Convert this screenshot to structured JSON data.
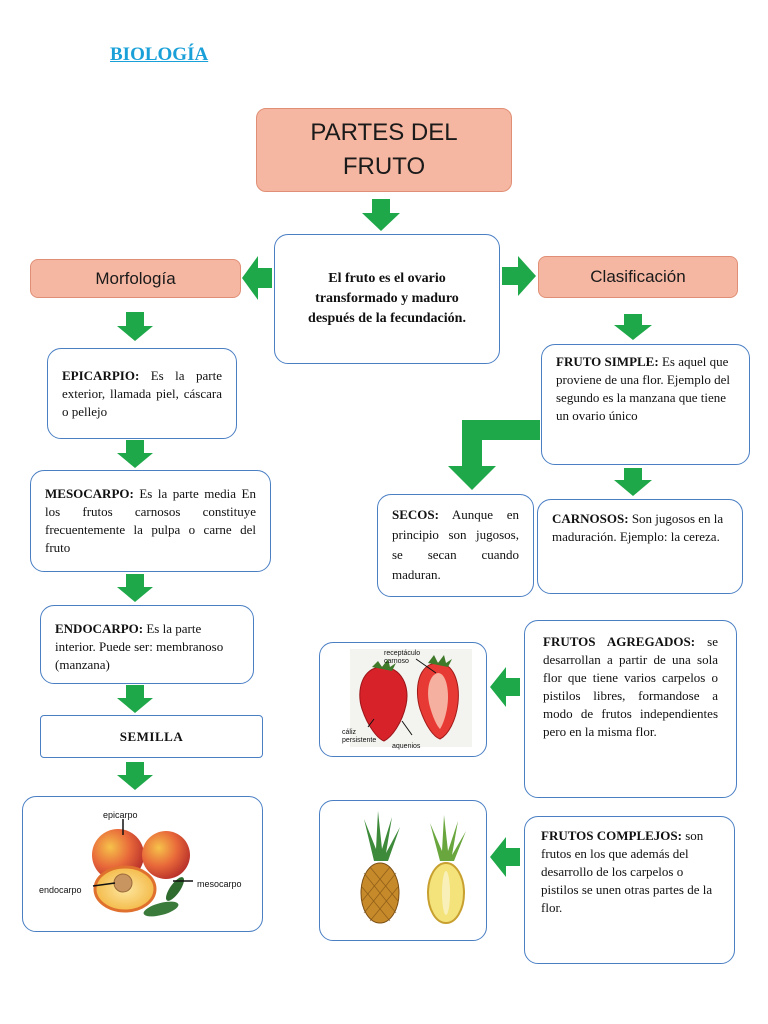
{
  "header": {
    "subject": "BIOLOGÍA"
  },
  "main_title": {
    "line1": "PARTES DEL",
    "line2": "FRUTO"
  },
  "definition": "El fruto es el ovario transformado y maduro después de la fecundación.",
  "morfologia": {
    "heading": "Morfología",
    "epicarpio": {
      "term": "EPICARPIO:",
      "text": " Es la parte exterior, llamada piel, cáscara o pellejo"
    },
    "mesocarpo": {
      "term": "MESOCARPO:",
      "text": " Es la parte media En los frutos carnosos constituye frecuentemente la pulpa o carne del fruto"
    },
    "endocarpo": {
      "term": "ENDOCARPO:",
      "text": " Es la parte interior. Puede ser: membranoso (manzana)"
    },
    "semilla": "SEMILLA",
    "image_labels": {
      "epicarpo": "epicarpo",
      "endocarpo": "endocarpo",
      "mesocarpo": "mesocarpo"
    }
  },
  "clasificacion": {
    "heading": "Clasificación",
    "simple": {
      "term": "FRUTO SIMPLE:",
      "text": " Es aquel que proviene de una flor. Ejemplo del segundo es la manzana que tiene un ovario único"
    },
    "secos": {
      "term": "SECOS:",
      "text": " Aunque en principio son jugosos, se secan cuando maduran."
    },
    "carnosos": {
      "term": "CARNOSOS:",
      "text": " Son jugosos en la maduración. Ejemplo: la cereza."
    },
    "agregados": {
      "term": "FRUTOS AGREGADOS:",
      "text": " se desarrollan a partir de una sola flor que tiene varios carpelos o pistilos libres, formandose a modo de frutos independientes pero en la misma flor."
    },
    "complejos": {
      "term": "FRUTOS COMPLEJOS:",
      "text": " son frutos en los que además del desarrollo de los carpelos o pistilos se unen otras partes de la flor."
    },
    "strawberry_labels": {
      "receptaculo": "receptáculo carnoso",
      "caliz": "cáliz persistente",
      "aquenios": "aquenios"
    }
  },
  "colors": {
    "arrow": "#1fa84a",
    "box_border": "#4a7fc4",
    "salmon": "#f6b7a2",
    "link": "#1aa0d8"
  }
}
